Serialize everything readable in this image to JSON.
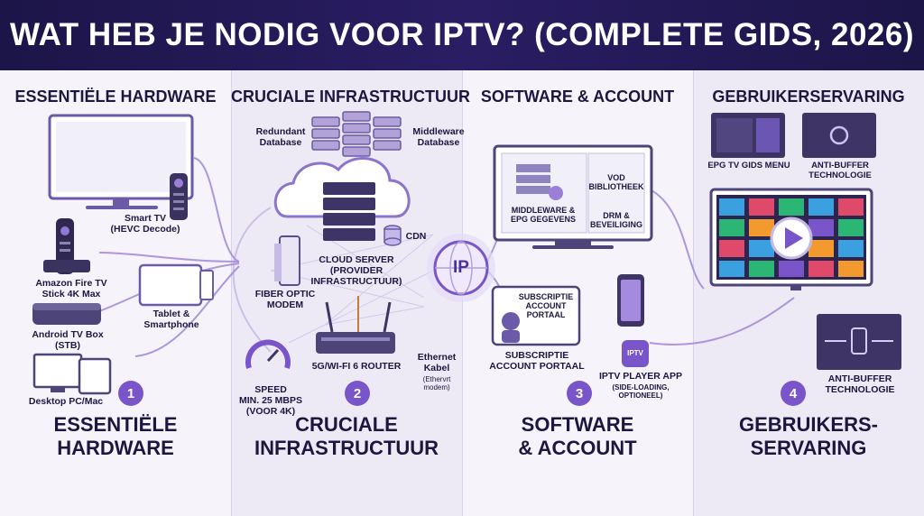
{
  "title": "WAT HEB JE NODIG VOOR IPTV? (COMPLETE GIDS, 2026)",
  "columns": [
    {
      "header": "ESSENTIËLE HARDWARE",
      "number": "1",
      "big_label": "ESSENTIËLE\nHARDWARE",
      "items": {
        "smart_tv": "Smart TV\n(HEVC Decode)",
        "fire_tv": "Amazon Fire TV\nStick 4K Max",
        "android_box": "Android TV Box\n(STB)",
        "tablet": "Tablet &\nSmartphone",
        "desktop": "Desktop PC/Mac"
      }
    },
    {
      "header": "CRUCIALE INFRASTRUCTUUR",
      "number": "2",
      "big_label": "CRUCIALE\nINFRASTRUCTUUR",
      "items": {
        "redundant_db": "Redundant\nDatabase",
        "middleware_db": "Middleware\nDatabase",
        "cdn": "CDN",
        "cloud_server": "CLOUD SERVER\n(PROVIDER\nINFRASTRUCTUUR)",
        "fiber_modem": "FIBER OPTIC\nMODEM",
        "iptv_hub": "IP",
        "speed": "SPEED\nMIN. 25 MBPS\n(VOOR 4K)",
        "router": "5G/WI-FI 6 ROUTER",
        "ethernet": "Ethernet\nKabel",
        "ethernet_sub": "(Ethervrt\nmodem)"
      }
    },
    {
      "header": "SOFTWARE & ACCOUNT",
      "number": "3",
      "big_label": "SOFTWARE\n& ACCOUNT",
      "items": {
        "middleware_epg": "MIDDLEWARE &\nEPG GEGEVENS",
        "vod": "VOD\nBIBLIOTHEEK",
        "drm": "DRM &\nBEVEILIGING",
        "subscription_portal": "SUBSCRIPTIE\nACCOUNT\nPORTAAL",
        "subscription_caption": "SUBSCRIPTIE\nACCOUNT PORTAAL",
        "player_app": "IPTV PLAYER APP",
        "player_app_sub": "(SIDE-LOADING,\nOPTIONEEL)",
        "player_icon": "IPTV"
      }
    },
    {
      "header": "GEBRUIKERSERVARING",
      "number": "4",
      "big_label": "GEBRUIKERS-\nSERVARING",
      "items": {
        "epg_menu": "EPG TV GIDS MENU",
        "anti_buffer_top": "ANTI-BUFFER\nTECHNOLOGIE",
        "anti_buffer_bottom": "ANTI-BUFFER\nTECHNOLOGIE"
      }
    }
  ],
  "colors": {
    "banner": "#1c1548",
    "accent": "#7a55c9",
    "text": "#1d1740"
  }
}
